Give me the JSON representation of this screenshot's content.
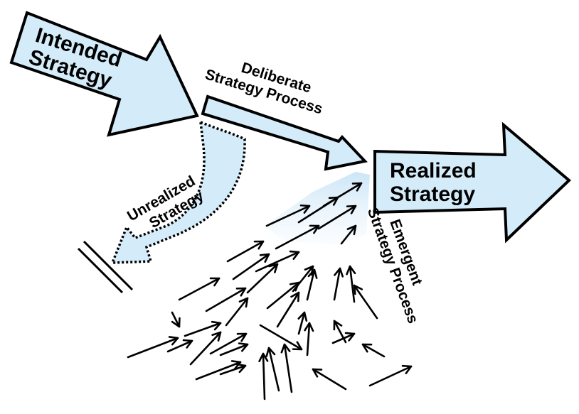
{
  "colors": {
    "arrow_fill": "#d4ecfa",
    "arrow_stroke": "#000000",
    "haze_fill": "#cfe8f8"
  },
  "labels": {
    "intended_line1": "Intended",
    "intended_line2": "Strategy",
    "deliberate_line1": "Deliberate",
    "deliberate_line2": "Strategy Process",
    "realized_line1": "Realized",
    "realized_line2": "Strategy",
    "unrealized_line1": "Unrealized",
    "unrealized_line2": "Strategy",
    "emergent_line1": "Emergent",
    "emergent_line2": "Strategy Process"
  }
}
